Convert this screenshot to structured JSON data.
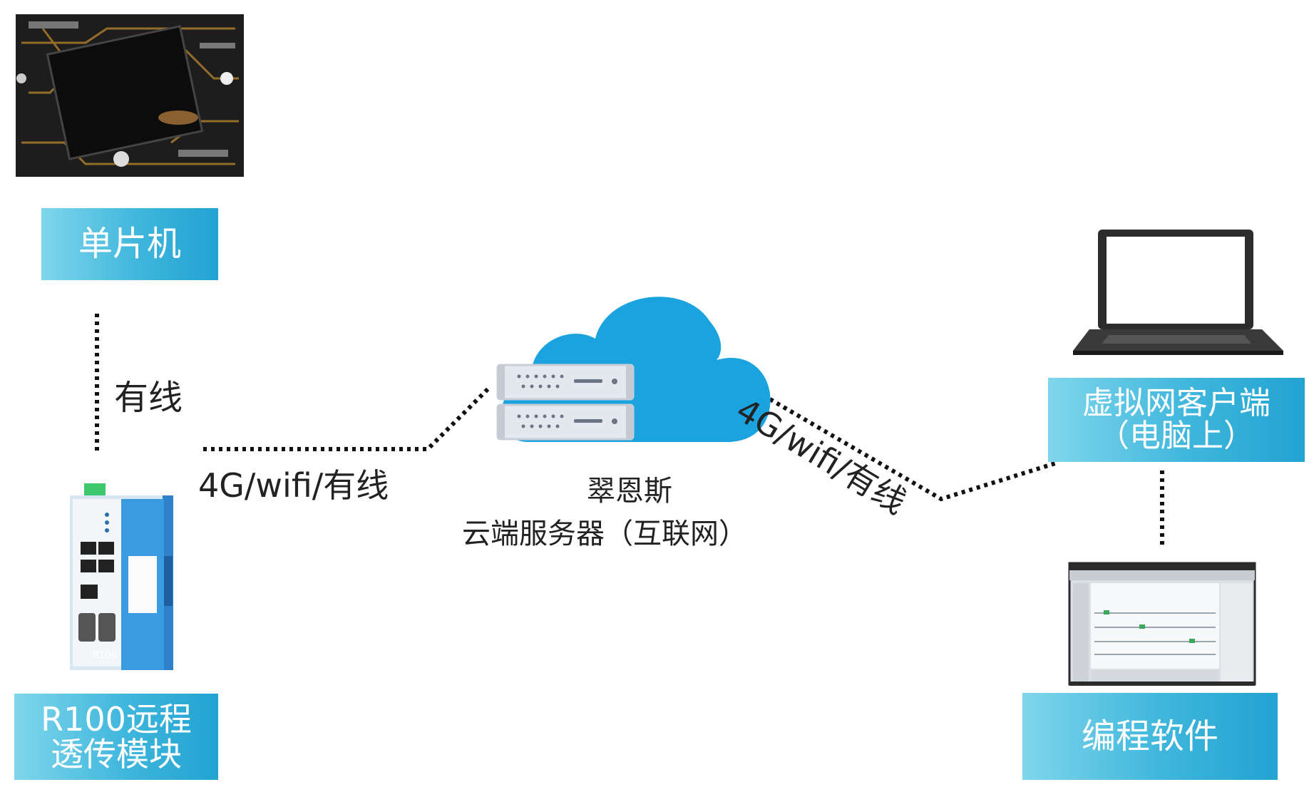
{
  "nodes": {
    "mcu": {
      "label": "单片机"
    },
    "r100": {
      "label_line1": "R100远程",
      "label_line2": "透传模块",
      "device_text": "R100"
    },
    "server": {
      "label_line1": "翠恩斯",
      "label_line2": "云端服务器（互联网）"
    },
    "virtual_client": {
      "label_line1": "虚拟网客户端",
      "label_line2": "（电脑上）"
    },
    "software": {
      "label": "编程软件"
    }
  },
  "links": {
    "mcu_r100": "有线",
    "r100_server": "4G/wifi/有线",
    "server_client": "4G/wifi/有线"
  },
  "colors": {
    "label_fill": "#2aa9d6",
    "cloud": "#1ba3df",
    "line": "#111111"
  }
}
